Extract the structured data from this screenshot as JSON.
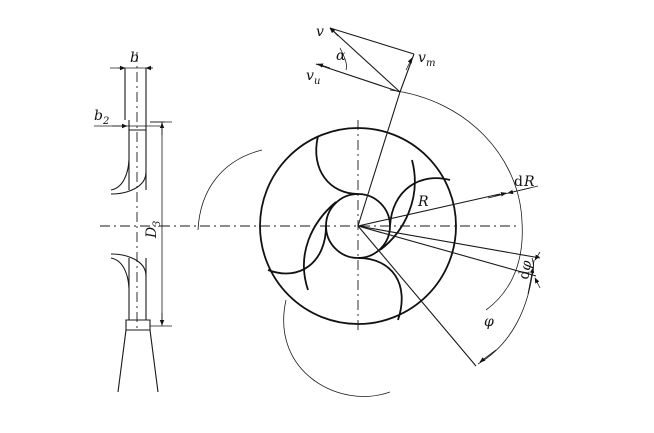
{
  "labels": {
    "b": "b",
    "b2_main": "b",
    "b2_sub": "2",
    "D3_main": "D",
    "D3_sub": "3",
    "v": "v",
    "vm_main": "v",
    "vm_sub": "m",
    "vu_main": "v",
    "vu_sub": "u",
    "alpha": "α",
    "R": "R",
    "dR_d": "d",
    "dR_R": "R",
    "dphi_d": "d",
    "dphi_phi": "φ",
    "phi": "φ"
  }
}
